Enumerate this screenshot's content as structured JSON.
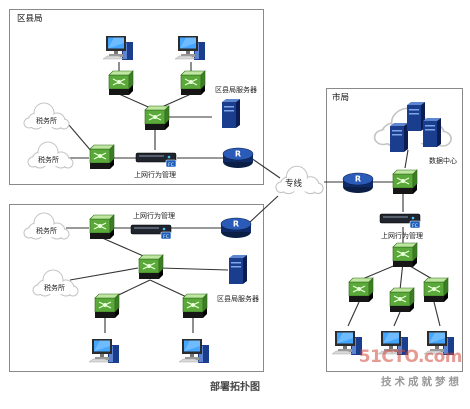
{
  "regions": {
    "district_top": "区县局",
    "city": "市局"
  },
  "labels": {
    "tax_office": "税务所",
    "district_server": "区县局服务器",
    "behavior_mgmt": "上网行为管理",
    "leased_line": "专线",
    "data_center": "数据中心",
    "router": "R"
  },
  "caption": "部署拓扑图",
  "watermark": {
    "brand": "51CTO.com",
    "slogan": "技术成就梦想"
  },
  "colors": {
    "switch_top": "#bfe6a0",
    "switch_side": "#5aa93a",
    "router_body": "#1b3f86",
    "link": "#333333",
    "brand": "#d14a3c"
  }
}
